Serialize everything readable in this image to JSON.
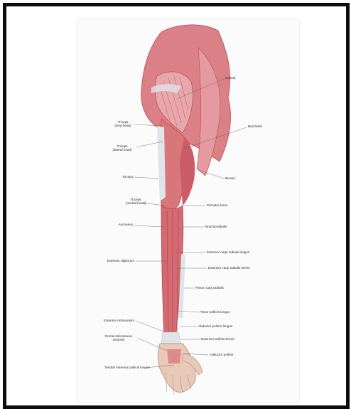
{
  "diagram": {
    "colors": {
      "muscle": "#d9767a",
      "muscle_dark": "#b34a52",
      "tendon": "#dfe3ea",
      "leader": "#555555"
    },
    "labels": {
      "deltoid": "Deltoid",
      "triceps_long": "Triceps\n(long head)",
      "brachialis": "Brachialis",
      "triceps_lateral": "Triceps\n(lateral head)",
      "biceps": "Biceps",
      "triceps": "Triceps",
      "triceps_medial": "Triceps\n(medial head)",
      "pronator_teres": "Pronator teres",
      "anconeus": "Anconeus",
      "brachioradialis": "Brachioradialis",
      "ecr_longus": "Extensor carpi radialis longus",
      "extensor_digitorum": "Extensor digitorum",
      "ecr_brevis": "Extensor carpi radialis brevis",
      "fcr": "Flexor carpi radialis",
      "fpl": "Flexor pollicis longus",
      "extensor_retinaculum": "Extensor retinaculum",
      "apl": "Abductor pollicis longus",
      "dorsal_interossei": "Dorsal interosseus\nmuscles",
      "epb": "Extensor pollicis brevis",
      "adductor_pollicis": "Adductor pollicis",
      "tendon_epl": "Tendon extensor pollicis longus"
    }
  }
}
